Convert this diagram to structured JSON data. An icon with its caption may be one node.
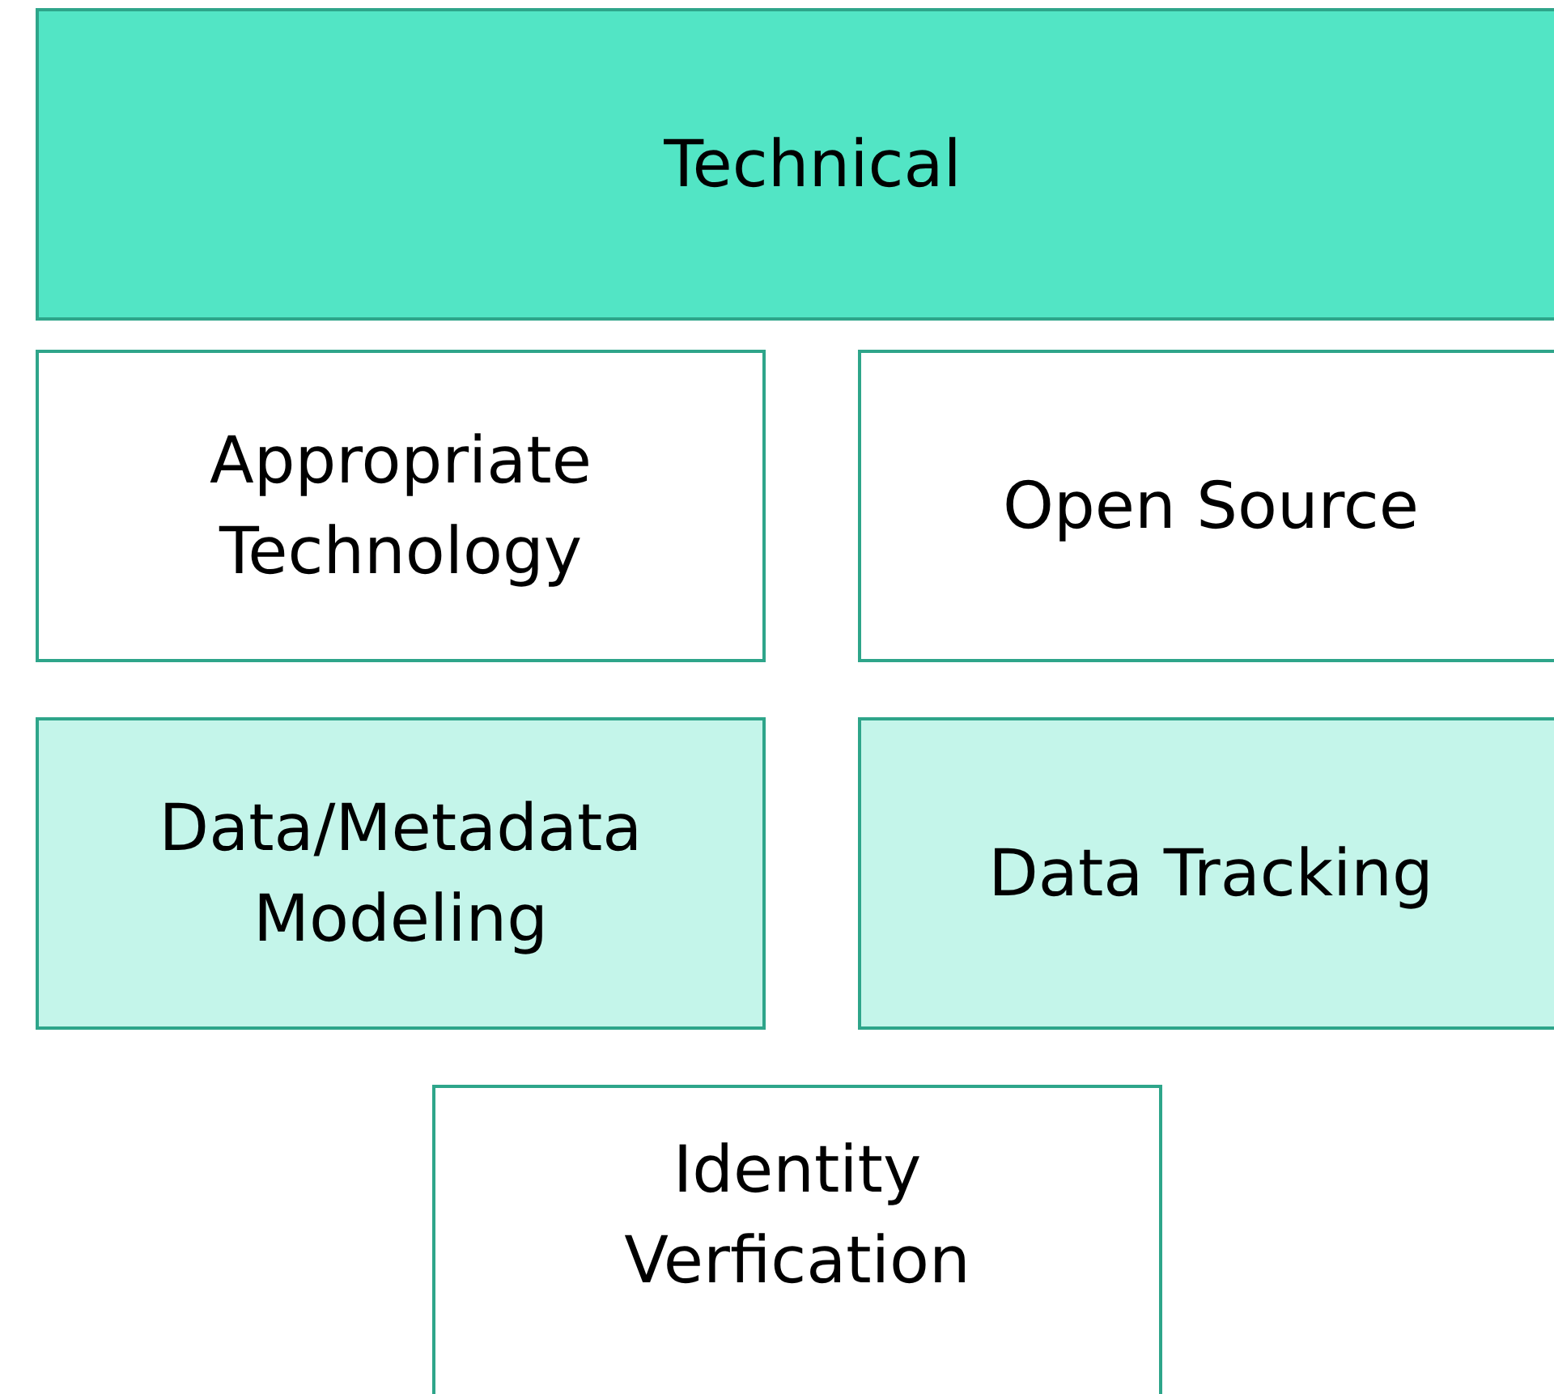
{
  "diagram": {
    "nodes": [
      {
        "text": [
          "Technical"
        ]
      },
      {
        "text": [
          "Appropriate Technology"
        ]
      },
      {
        "text": [
          "Open Source"
        ]
      },
      {
        "text": [
          "Data/Metadata Modeling"
        ]
      },
      {
        "text": [
          "Data Tracking"
        ]
      },
      {
        "text": [
          "Identity Verfication"
        ]
      }
    ]
  }
}
